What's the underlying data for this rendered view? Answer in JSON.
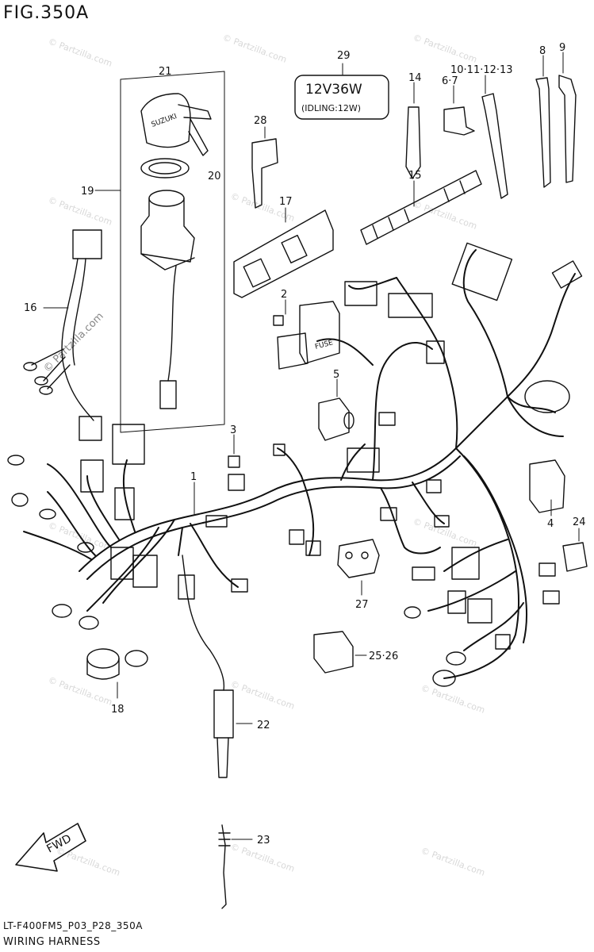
{
  "figure": {
    "title": "FIG.350A",
    "model_code": "LT-F400FM5_P03_P28_350A",
    "name": "WIRING HARNESS"
  },
  "callouts": [
    "1",
    "2",
    "3",
    "4",
    "5",
    "6·7",
    "8",
    "9",
    "10·11·12·13",
    "14",
    "15",
    "16",
    "17",
    "18",
    "19",
    "20",
    "21",
    "22",
    "23",
    "24",
    "25·26",
    "27",
    "28",
    "29"
  ],
  "bulb_label": {
    "rating": "12V36W",
    "idle": "(IDLING:12W)"
  },
  "fuse_text": "FUSE",
  "brand_text": "SUZUKI",
  "fwd_label": "FWD",
  "watermark": "© Partzilla.com",
  "colors": {
    "ink": "#111111",
    "watermark": "#d8d8d8"
  }
}
